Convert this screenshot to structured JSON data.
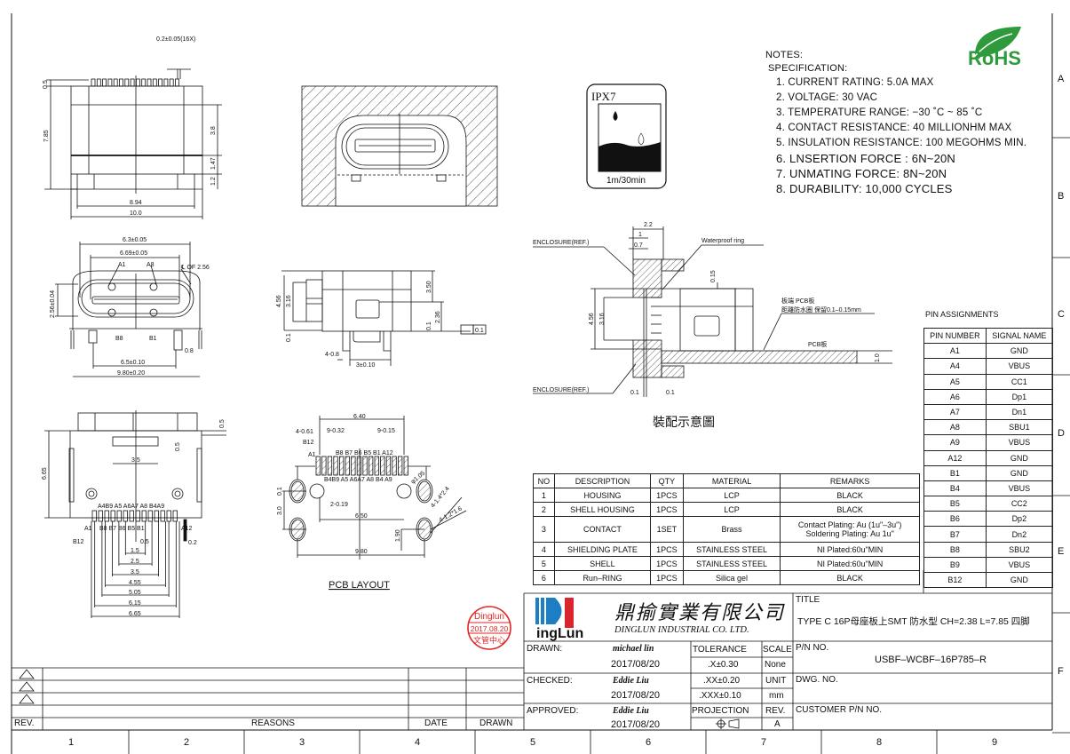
{
  "notes": {
    "heading": "NOTES:",
    "subheading": "SPECIFICATION:",
    "items": [
      "1. CURRENT RATING: 5.0A MAX",
      "2. VOLTAGE: 30 VAC",
      "3. TEMPERATURE RANGE: −30 ˚C ~ 85 ˚C",
      "4. CONTACT RESISTANCE: 40 MILLIONHM MAX",
      "5. INSULATION RESISTANCE: 100 MEGOHMS MIN.",
      "6.  LNSERTION  FORCE  :  6N~20N",
      "7.  UNMATING  FORCE:  8N~20N",
      "8.  DURABILITY:    10,000  CYCLES"
    ],
    "rohs": "RoHS"
  },
  "colors": {
    "rohs_green": "#2e9a3c",
    "stamp_red": "#e02525",
    "logo_blue": "#1c7fc4",
    "logo_red": "#d8262c"
  },
  "ipx7": {
    "title": "IPX7",
    "caption": "1m/30min"
  },
  "front_view": {
    "labels": [
      "0.2±0.05(16X)",
      "0.5",
      "7.85",
      "3.8",
      "1.47",
      "1.2",
      "8.94",
      "10.0"
    ]
  },
  "end_view": {
    "labels": [
      "6.3±0.05",
      "6.69±0.05",
      "A1",
      "A8",
      "℄ OF 2.56",
      "2.56±0.04",
      "B8",
      "B1",
      "0.8",
      "6.5±0.10",
      "9.80±0.20"
    ]
  },
  "side_view": {
    "labels": [
      "4.56",
      "3.16",
      "0.1",
      "3.50",
      "2.36",
      "0.1",
      "0.1",
      "4-0.8",
      "3±0.10"
    ]
  },
  "assembly": {
    "labels": [
      "ENCLOSURE(REF.)",
      "Waterproof ring",
      "2.2",
      "1",
      "0.7",
      "0.15",
      "4.56",
      "3.16",
      "板端 PCB板",
      "距離防水圈 保留0.1–0.15mm",
      "PCB板",
      "1.0",
      "ENCLOSURE(REF.)",
      "0.1",
      "0.1"
    ],
    "caption": "裝配示意圖"
  },
  "pin_view": {
    "labels": [
      "6.65",
      "3.5",
      "0.5",
      "0.5",
      "A4B9  A5  A6A7  A8  B4A9",
      "A1",
      "B8  B7   B6  B5  B1",
      "A12",
      "B12",
      "0.2",
      "0.5",
      "1.5",
      "2.5",
      "3.5",
      "4.55",
      "5.05",
      "6.15",
      "6.65"
    ]
  },
  "pcb_layout": {
    "labels": [
      "6.40",
      "4-0.61",
      "9-0.32",
      "9-0.15",
      "B12",
      "A1",
      "B8 B7   B6 B5  B1 A12",
      "B4B9 A5 A6A7 A8 B4 A9",
      "φ1.05",
      "4-1.4*2.4",
      "4-1.2*1.6",
      "0.1",
      "3.0",
      "2-0.19",
      "6.50",
      "1.90",
      "9.80"
    ],
    "caption": "PCB LAYOUT"
  },
  "bom": {
    "headers": [
      "NO",
      "DESCRIPTION",
      "QTY",
      "MATERIAL",
      "REMARKS"
    ],
    "rows": [
      [
        "1",
        "HOUSING",
        "1PCS",
        "LCP",
        "BLACK"
      ],
      [
        "2",
        "SHELL HOUSING",
        "1PCS",
        "LCP",
        "BLACK"
      ],
      [
        "3",
        "CONTACT",
        "1SET",
        "Brass",
        "Contact Plating: Au (1u\"–3u\")\nSoldering Plating: Au 1u\""
      ],
      [
        "4",
        "SHIELDING PLATE",
        "1PCS",
        "STAINLESS STEEL",
        "NI  Plated:60u\"MIN"
      ],
      [
        "5",
        "SHELL",
        "1PCS",
        "STAINLESS STEEL",
        "NI  Plated:60u\"MIN"
      ],
      [
        "6",
        "Run–RING",
        "1PCS",
        "Silica gel",
        "BLACK"
      ]
    ]
  },
  "pins": {
    "title": "PIN ASSIGNMENTS",
    "headers": [
      "PIN NUMBER",
      "SIGNAL NAME"
    ],
    "rows": [
      [
        "A1",
        "GND"
      ],
      [
        "A4",
        "VBUS"
      ],
      [
        "A5",
        "CC1"
      ],
      [
        "A6",
        "Dp1"
      ],
      [
        "A7",
        "Dn1"
      ],
      [
        "A8",
        "SBU1"
      ],
      [
        "A9",
        "VBUS"
      ],
      [
        "A12",
        "GND"
      ],
      [
        "B1",
        "GND"
      ],
      [
        "B4",
        "VBUS"
      ],
      [
        "B5",
        "CC2"
      ],
      [
        "B6",
        "Dp2"
      ],
      [
        "B7",
        "Dn2"
      ],
      [
        "B8",
        "SBU2"
      ],
      [
        "B9",
        "VBUS"
      ],
      [
        "B12",
        "GND"
      ]
    ]
  },
  "stamp": {
    "line1": "Dinglun",
    "line2": "2017.08.20",
    "line3": "文管中心"
  },
  "company": {
    "logo_text": "ingLun",
    "chinese_name": "鼎揄實業有限公司",
    "english_name": "DINGLUN INDUSTRIAL CO. LTD."
  },
  "title_block": {
    "title_label": "TITLE",
    "title": "TYPE C 16P母座板上SMT 防水型 CH=2.38 L=7.85 四脚",
    "drawn_label": "DRAWN:",
    "drawn_by": "michael lin",
    "drawn_date": "2017/08/20",
    "checked_label": "CHECKED:",
    "checked_by": "Eddie Liu",
    "checked_date": "2017/08/20",
    "approved_label": "APPROVED:",
    "approved_by": "Eddie Liu",
    "approved_date": "2017/08/20",
    "tolerance_label": "TOLERANCE",
    "tol_x": ".X±0.30",
    "tol_xx": ".XX±0.20",
    "tol_xxx": ".XXX±0.10",
    "scale_label": "SCALE",
    "scale": "None",
    "unit_label": "UNIT",
    "unit": "mm",
    "projection_label": "PROJECTION",
    "rev_label": "REV.",
    "rev": "A",
    "pn_label": "P/N  NO.",
    "pn": "USBF–WCBF–16P785–R",
    "dwg_label": "DWG.  NO.",
    "customer_label": "CUSTOMER  P/N  NO."
  },
  "revision_block": {
    "rev": "REV.",
    "reasons": "REASONS",
    "date": "DATE",
    "drawn": "DRAWN"
  },
  "zones": {
    "columns": [
      "1",
      "2",
      "3",
      "4",
      "5",
      "6",
      "7",
      "8",
      "9"
    ],
    "rows": [
      "A",
      "B",
      "C",
      "D",
      "E",
      "F"
    ]
  }
}
